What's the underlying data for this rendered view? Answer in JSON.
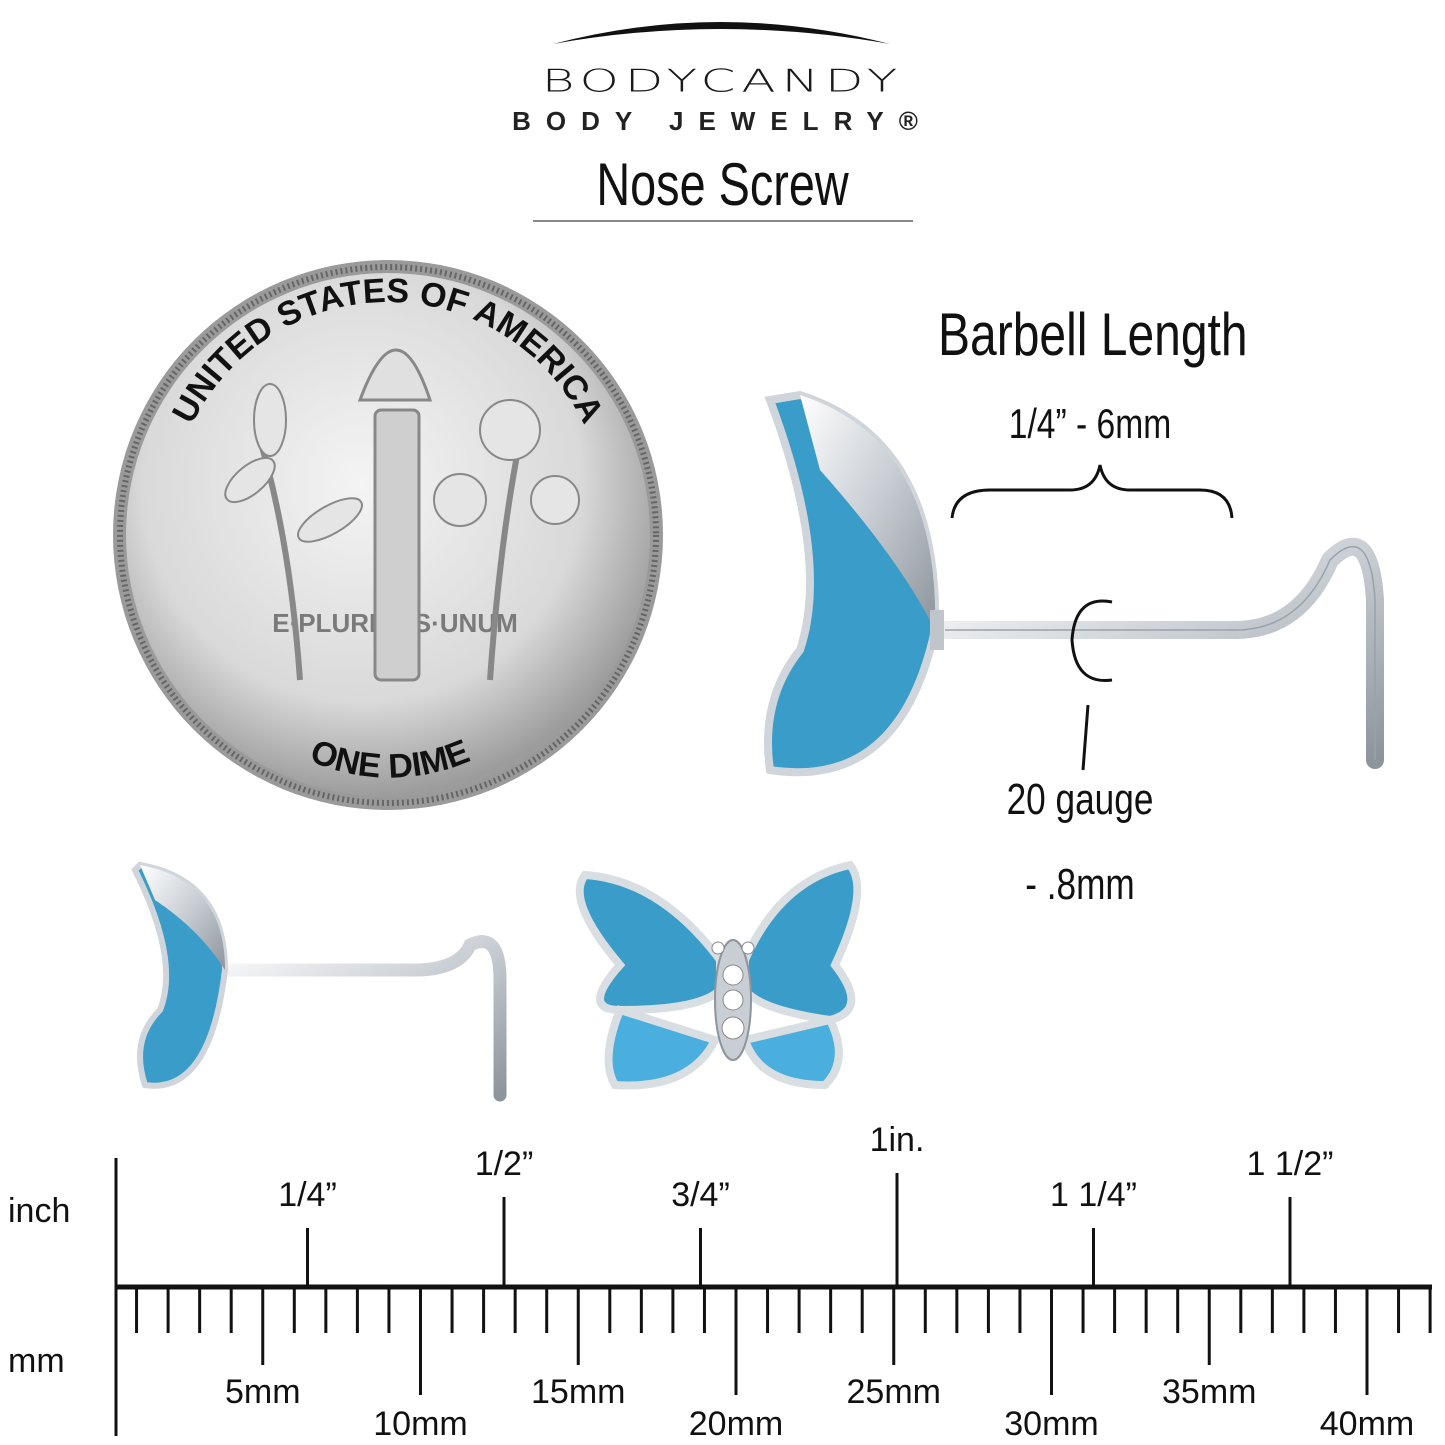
{
  "brand": {
    "logo": "BODYCANDY",
    "tagline": "BODY JEWELRY®"
  },
  "title": "Nose Screw",
  "coin": {
    "top_text": "UNITED STATES OF AMERICA",
    "motto": "E·PLURIBUS·UNUM",
    "denomination": "ONE DIME"
  },
  "specs": {
    "barbell_label": "Barbell Length",
    "barbell_size": "1/4” - 6mm",
    "gauge": "20 gauge",
    "gauge_mm": "- .8mm"
  },
  "colors": {
    "enamel": "#3a9cc8",
    "metal": "#d8dde2"
  },
  "ruler": {
    "inch_label": "inch",
    "mm_label": "mm",
    "inch_marks": [
      {
        "label": "1/4”",
        "value": 0.25
      },
      {
        "label": "1/2”",
        "value": 0.5
      },
      {
        "label": "3/4”",
        "value": 0.75
      },
      {
        "label": "1in.",
        "value": 1
      },
      {
        "label": "1 1/4”",
        "value": 1.25
      },
      {
        "label": "1 1/2”",
        "value": 1.5
      }
    ],
    "mm_marks": [
      {
        "label": "5mm",
        "value": 5
      },
      {
        "label": "10mm",
        "value": 10
      },
      {
        "label": "15mm",
        "value": 15
      },
      {
        "label": "20mm",
        "value": 20
      },
      {
        "label": "25mm",
        "value": 25
      },
      {
        "label": "30mm",
        "value": 30
      },
      {
        "label": "35mm",
        "value": 35
      },
      {
        "label": "40mm",
        "value": 40
      }
    ],
    "max_mm": 42
  }
}
